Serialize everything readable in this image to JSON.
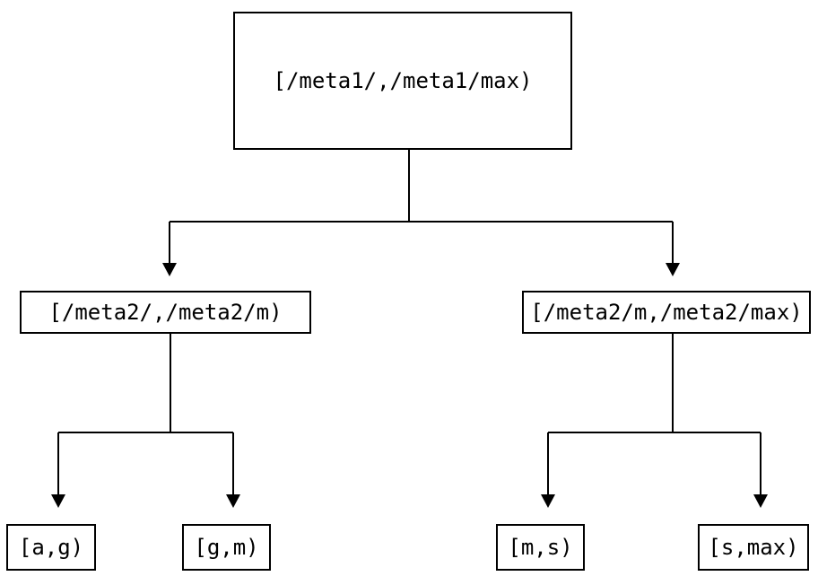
{
  "diagram": {
    "type": "binary-interval-tree",
    "background_color": "#ffffff",
    "line_color": "#000000",
    "nodes": {
      "root": {
        "label": "[/meta1/,/meta1/max)"
      },
      "left": {
        "label": "[/meta2/,/meta2/m)"
      },
      "right": {
        "label": "[/meta2/m,/meta2/max)"
      },
      "leaf_ag": {
        "label": "[a,g)"
      },
      "leaf_gm": {
        "label": "[g,m)"
      },
      "leaf_ms": {
        "label": "[m,s)"
      },
      "leaf_smax": {
        "label": "[s,max)"
      }
    },
    "edges": [
      {
        "from": "root",
        "to": "left"
      },
      {
        "from": "root",
        "to": "right"
      },
      {
        "from": "left",
        "to": "leaf_ag"
      },
      {
        "from": "left",
        "to": "leaf_gm"
      },
      {
        "from": "right",
        "to": "leaf_ms"
      },
      {
        "from": "right",
        "to": "leaf_smax"
      }
    ]
  }
}
